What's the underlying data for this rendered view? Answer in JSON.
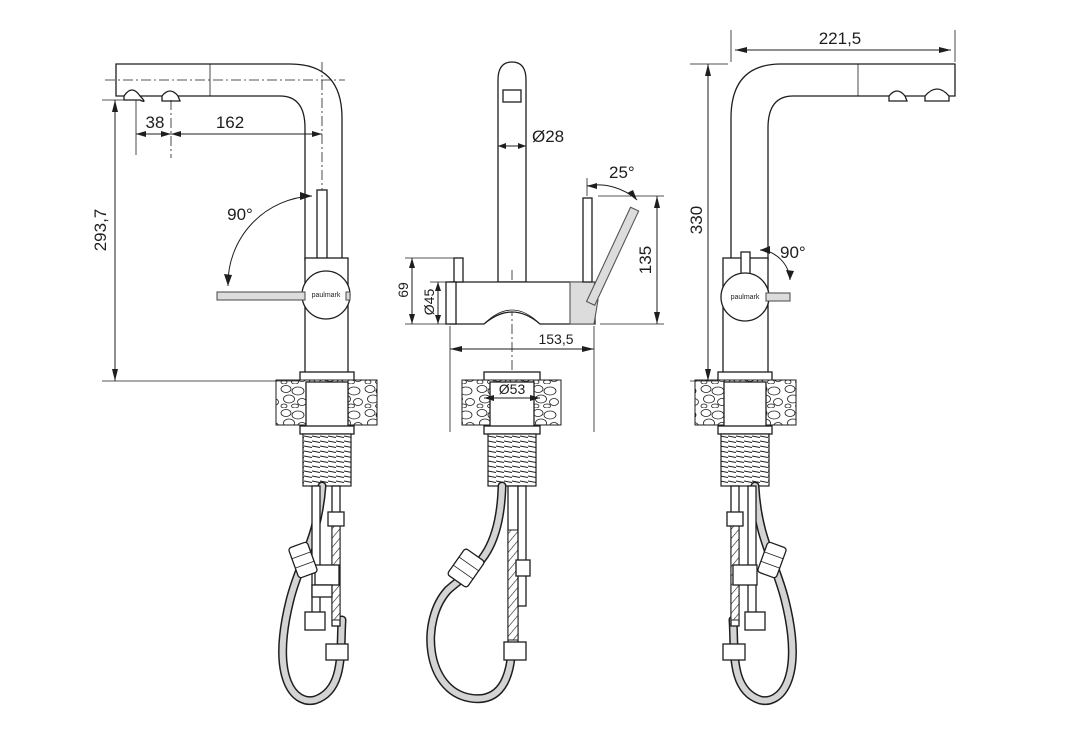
{
  "brand": "paulmark",
  "side_view_left": {
    "dim_height": "293,7",
    "dim_spray_gap": "38",
    "dim_reach": "162",
    "lever_angle": "90°"
  },
  "front_view": {
    "dim_spout_diameter": "Ø28",
    "lever_angle": "25°",
    "dim_lever_height": "135",
    "dim_body_height": "69",
    "dim_body_diameter": "Ø45",
    "dim_body_width": "153,5",
    "dim_base_diameter": "Ø53"
  },
  "side_view_right": {
    "dim_reach": "221,5",
    "dim_height": "330",
    "lever_angle": "90°"
  }
}
